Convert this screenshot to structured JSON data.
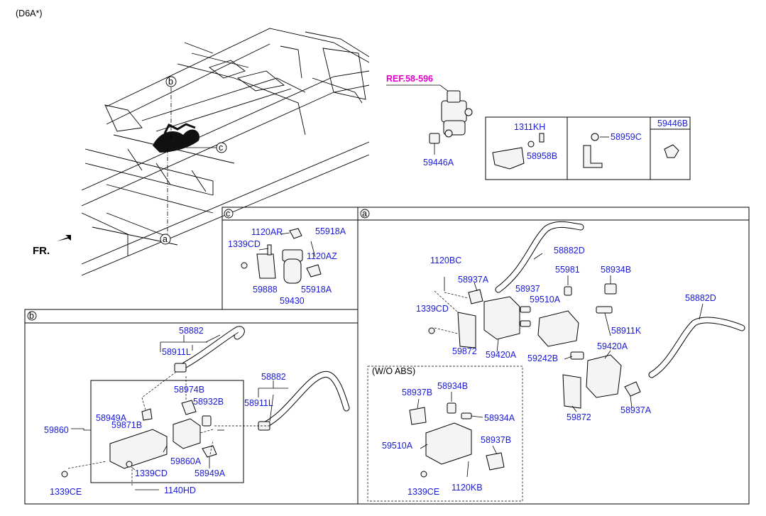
{
  "header_code": "(D6A*)",
  "ref_label": "REF.58-596",
  "front_label": "FR.",
  "callouts": {
    "a": "a",
    "b": "b",
    "c": "c"
  },
  "wo_abs_label": "(W/O ABS)",
  "top_table": {
    "cell1": [
      "1311KH",
      "58958B"
    ],
    "cell2": [
      "58959C"
    ],
    "cell3": [
      "59446B"
    ]
  },
  "top_labels": [
    "59446A"
  ],
  "section_c": [
    "1120AR",
    "55918A",
    "1339CD",
    "1120AZ",
    "59888",
    "55918A",
    "59430"
  ],
  "section_a": [
    "1120BC",
    "58882D",
    "58937A",
    "55981",
    "58934B",
    "58937",
    "59510A",
    "1339CD",
    "58911K",
    "59872",
    "59420A",
    "59242B",
    "59420A",
    "58882D",
    "59872",
    "58937A"
  ],
  "section_wo_abs": [
    "58937B",
    "58934B",
    "58934A",
    "58937B",
    "59510A",
    "1339CE",
    "1120KB"
  ],
  "section_b": [
    "58882",
    "58911L",
    "58974B",
    "58882",
    "58949A",
    "58932B",
    "58911L",
    "59860",
    "59871B",
    "59860A",
    "1339CD",
    "58949A",
    "1339CE",
    "1140HD"
  ],
  "colors": {
    "part_number": "#1a1ad6",
    "reference": "#e000c8",
    "line": "#000000"
  }
}
